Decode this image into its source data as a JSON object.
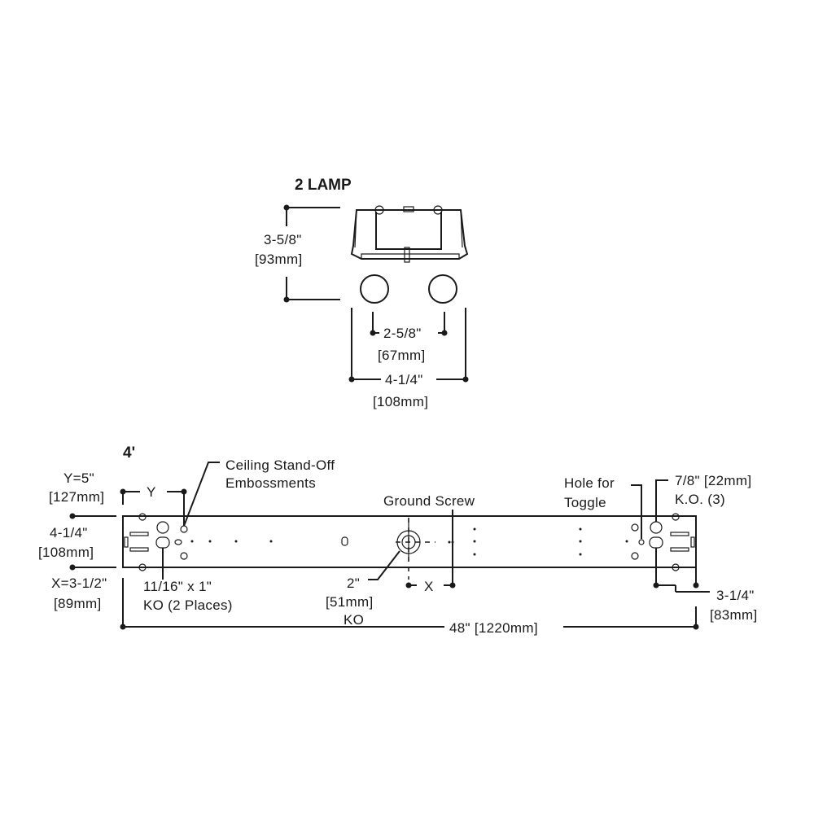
{
  "top_view": {
    "title": "2 LAMP",
    "height_in": "3-5/8\"",
    "height_mm": "[93mm]",
    "lamp_spacing_in": "2-5/8\"",
    "lamp_spacing_mm": "[67mm]",
    "width_in": "4-1/4\"",
    "width_mm": "[108mm]"
  },
  "bottom_view": {
    "title": "4'",
    "y_dim": "Y=5\"",
    "y_dim_mm": "[127mm]",
    "y_label": "Y",
    "width_in": "4-1/4\"",
    "width_mm": "[108mm]",
    "x_dim": "X=3-1/2\"",
    "x_dim_mm": "[89mm]",
    "ceiling_line1": "Ceiling Stand-Off",
    "ceiling_line2": "Embossments",
    "ground_screw": "Ground Screw",
    "hole_line1": "Hole for",
    "hole_line2": "Toggle",
    "ko78_line1": "7/8\" [22mm]",
    "ko78_line2": "K.O. (3)",
    "ko1116_line1": "11/16\" x 1\"",
    "ko1116_line2": "KO (2 Places)",
    "ko2_line1": "2\"",
    "ko2_line2": "[51mm]",
    "ko2_line3": "KO",
    "x_label": "X",
    "end_dim_in": "3-1/4\"",
    "end_dim_mm": "[83mm]",
    "length": "48\" [1220mm]"
  }
}
